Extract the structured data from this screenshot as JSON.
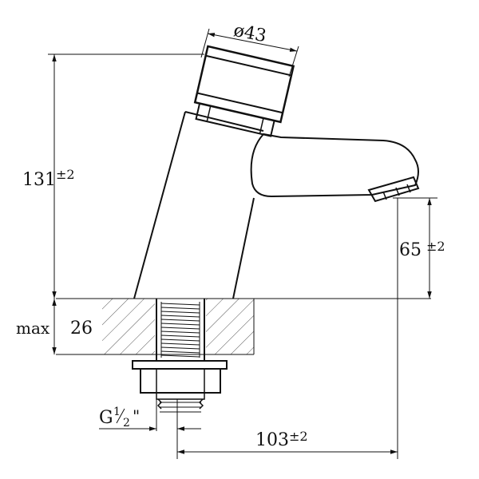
{
  "drawing": {
    "dim_diameter": "ø43",
    "dim_height": "131",
    "dim_height_tol": "±2",
    "dim_spout_height": "65",
    "dim_spout_tol": "±2",
    "dim_deck_label": "max",
    "dim_deck_value": "26",
    "dim_thread_g": "G",
    "dim_thread_num": "1",
    "dim_thread_den": "2",
    "dim_thread_mark": "\"",
    "dim_reach": "103",
    "dim_reach_tol": "±2"
  }
}
